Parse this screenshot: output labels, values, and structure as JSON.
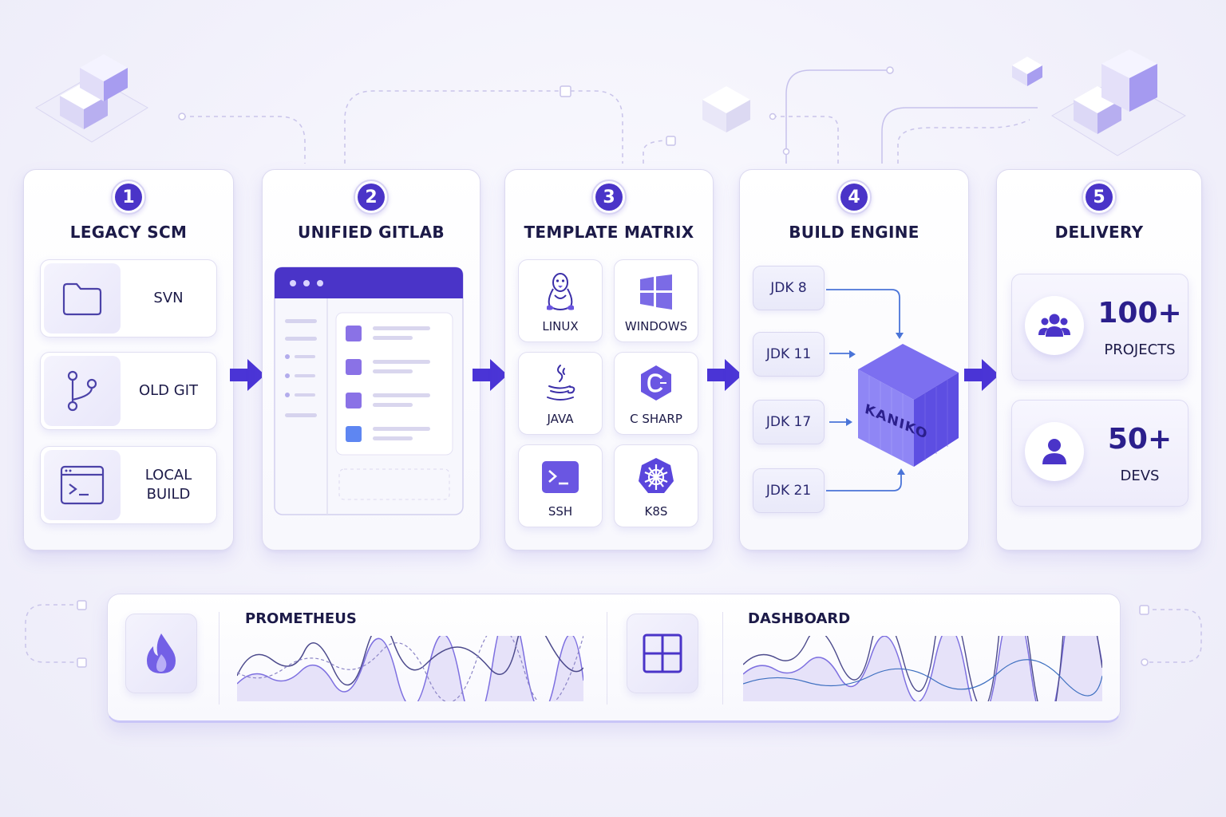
{
  "stages": [
    {
      "number": "1",
      "title": "LEGACY SCM",
      "items": [
        {
          "label": "SVN",
          "icon": "folder-icon"
        },
        {
          "label": "OLD GIT",
          "icon": "git-branch-icon"
        },
        {
          "label": "LOCAL\nBUILD",
          "icon": "terminal-icon"
        }
      ]
    },
    {
      "number": "2",
      "title": "UNIFIED GITLAB"
    },
    {
      "number": "3",
      "title": "TEMPLATE MATRIX",
      "templates": [
        {
          "label": "LINUX",
          "icon": "linux-icon"
        },
        {
          "label": "WINDOWS",
          "icon": "windows-icon"
        },
        {
          "label": "JAVA",
          "icon": "java-icon"
        },
        {
          "label": "C SHARP",
          "icon": "csharp-icon"
        },
        {
          "label": "SSH",
          "icon": "ssh-terminal-icon"
        },
        {
          "label": "K8S",
          "icon": "kubernetes-icon"
        }
      ]
    },
    {
      "number": "4",
      "title": "BUILD ENGINE",
      "jdks": [
        "JDK 8",
        "JDK 11",
        "JDK 17",
        "JDK 21"
      ],
      "engine": "KANIKO"
    },
    {
      "number": "5",
      "title": "DELIVERY",
      "stats": [
        {
          "value": "100+",
          "label": "PROJECTS",
          "icon": "users-group-icon"
        },
        {
          "value": "50+",
          "label": "DEVS",
          "icon": "user-icon"
        }
      ]
    }
  ],
  "monitoring": [
    {
      "title": "PROMETHEUS",
      "icon": "fire-icon"
    },
    {
      "title": "DASHBOARD",
      "icon": "grid-dashboard-icon"
    }
  ],
  "colors": {
    "accent": "#4a34c8",
    "accent_light": "#8a7ae8",
    "background": "#f3f2fb"
  }
}
